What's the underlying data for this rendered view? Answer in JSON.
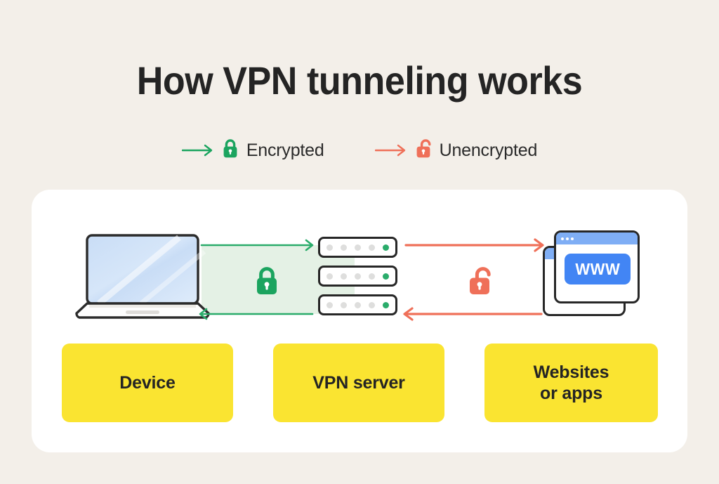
{
  "page": {
    "title": "How VPN tunneling works",
    "background_color": "#f3efe9",
    "card_color": "#ffffff"
  },
  "colors": {
    "encrypted_green": "#1ba45f",
    "encrypted_arrow": "#2aac6b",
    "tunnel_fill": "#e4f1e5",
    "unencrypted_orange": "#ef7059",
    "label_yellow": "#fae431",
    "text_dark": "#242424",
    "outline_dark": "#272727",
    "screen_blue": "#cbdff7",
    "window_bar_blue": "#7faef5",
    "www_blue": "#4285f4",
    "server_dot_off": "#dededd",
    "server_dot_on": "#2aac6b"
  },
  "legend": {
    "items": [
      {
        "id": "encrypted",
        "label": "Encrypted",
        "arrow_icon": "arrow-right-icon",
        "lock_icon": "lock-closed-icon",
        "color": "#1ba45f"
      },
      {
        "id": "unencrypted",
        "label": "Unencrypted",
        "arrow_icon": "arrow-right-icon",
        "lock_icon": "lock-open-icon",
        "color": "#ef7059"
      }
    ]
  },
  "diagram": {
    "nodes": [
      {
        "id": "device",
        "label": "Device",
        "icon": "laptop-icon"
      },
      {
        "id": "vpn_server",
        "label": "VPN server",
        "icon": "server-icon",
        "units": 3,
        "dots_per_unit": 5,
        "active_dot_index": 4
      },
      {
        "id": "websites",
        "label_line1": "Websites",
        "label_line2": "or apps",
        "icon": "browser-windows-icon",
        "window_text": "WWW"
      }
    ],
    "segments": [
      {
        "id": "device-to-server",
        "from": "device",
        "to": "vpn_server",
        "state": "encrypted",
        "tunnel": true,
        "lock_icon": "lock-closed-icon",
        "directions": [
          "right",
          "left"
        ]
      },
      {
        "id": "server-to-websites",
        "from": "vpn_server",
        "to": "websites",
        "state": "unencrypted",
        "tunnel": false,
        "lock_icon": "lock-open-icon",
        "directions": [
          "right",
          "left"
        ]
      }
    ]
  }
}
